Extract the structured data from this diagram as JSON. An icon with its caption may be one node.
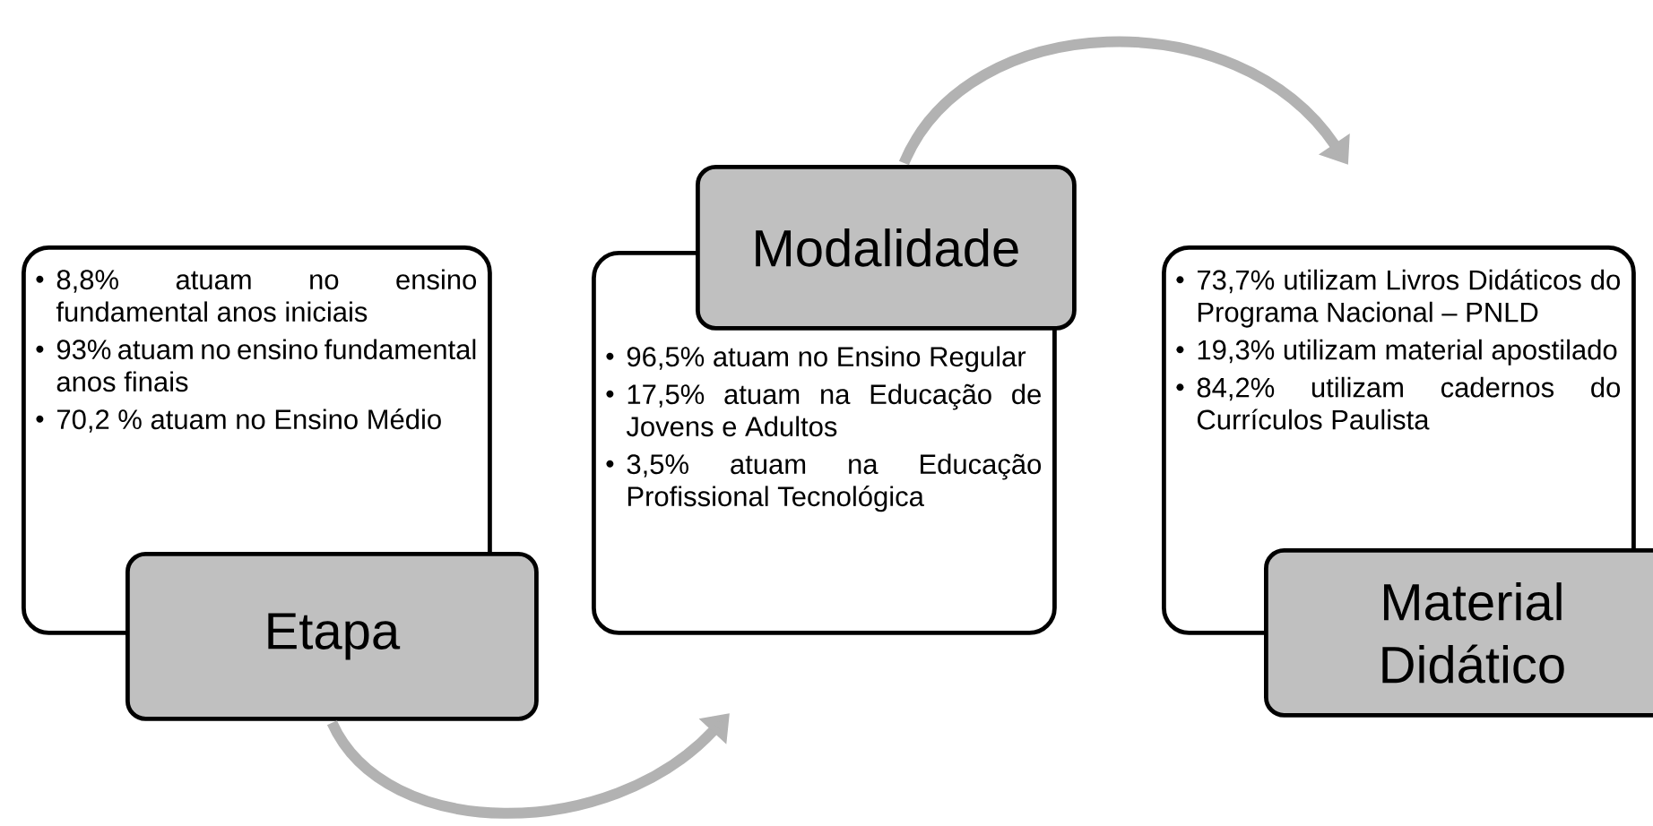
{
  "diagram": {
    "nodes": [
      {
        "text": [
          "8,8% atuam no ensino fundamental anos iniciais",
          "93% atuam no ensino fundamental anos finais",
          "70,2 % atuam no Ensino Médio"
        ]
      },
      {
        "text": [
          "Etapa"
        ]
      },
      {
        "text": [
          "Modalidade"
        ]
      },
      {
        "text": [
          "96,5% atuam no Ensino Regular",
          "17,5% atuam na Educação de Jovens e Adultos",
          "3,5% atuam na Educação Profissional Tecnológica"
        ]
      },
      {
        "text": [
          "73,7% utilizam Livros Didáticos do Programa Nacional – PNLD",
          "19,3% utilizam material apostilado",
          "84,2% utilizam cadernos do Currículos Paulista"
        ]
      },
      {
        "text": [
          "Material Didático"
        ]
      }
    ],
    "edges": [
      {
        "from": 1,
        "to": 3,
        "arrow": "to"
      },
      {
        "from": 2,
        "to": 4,
        "arrow": "to"
      }
    ]
  }
}
